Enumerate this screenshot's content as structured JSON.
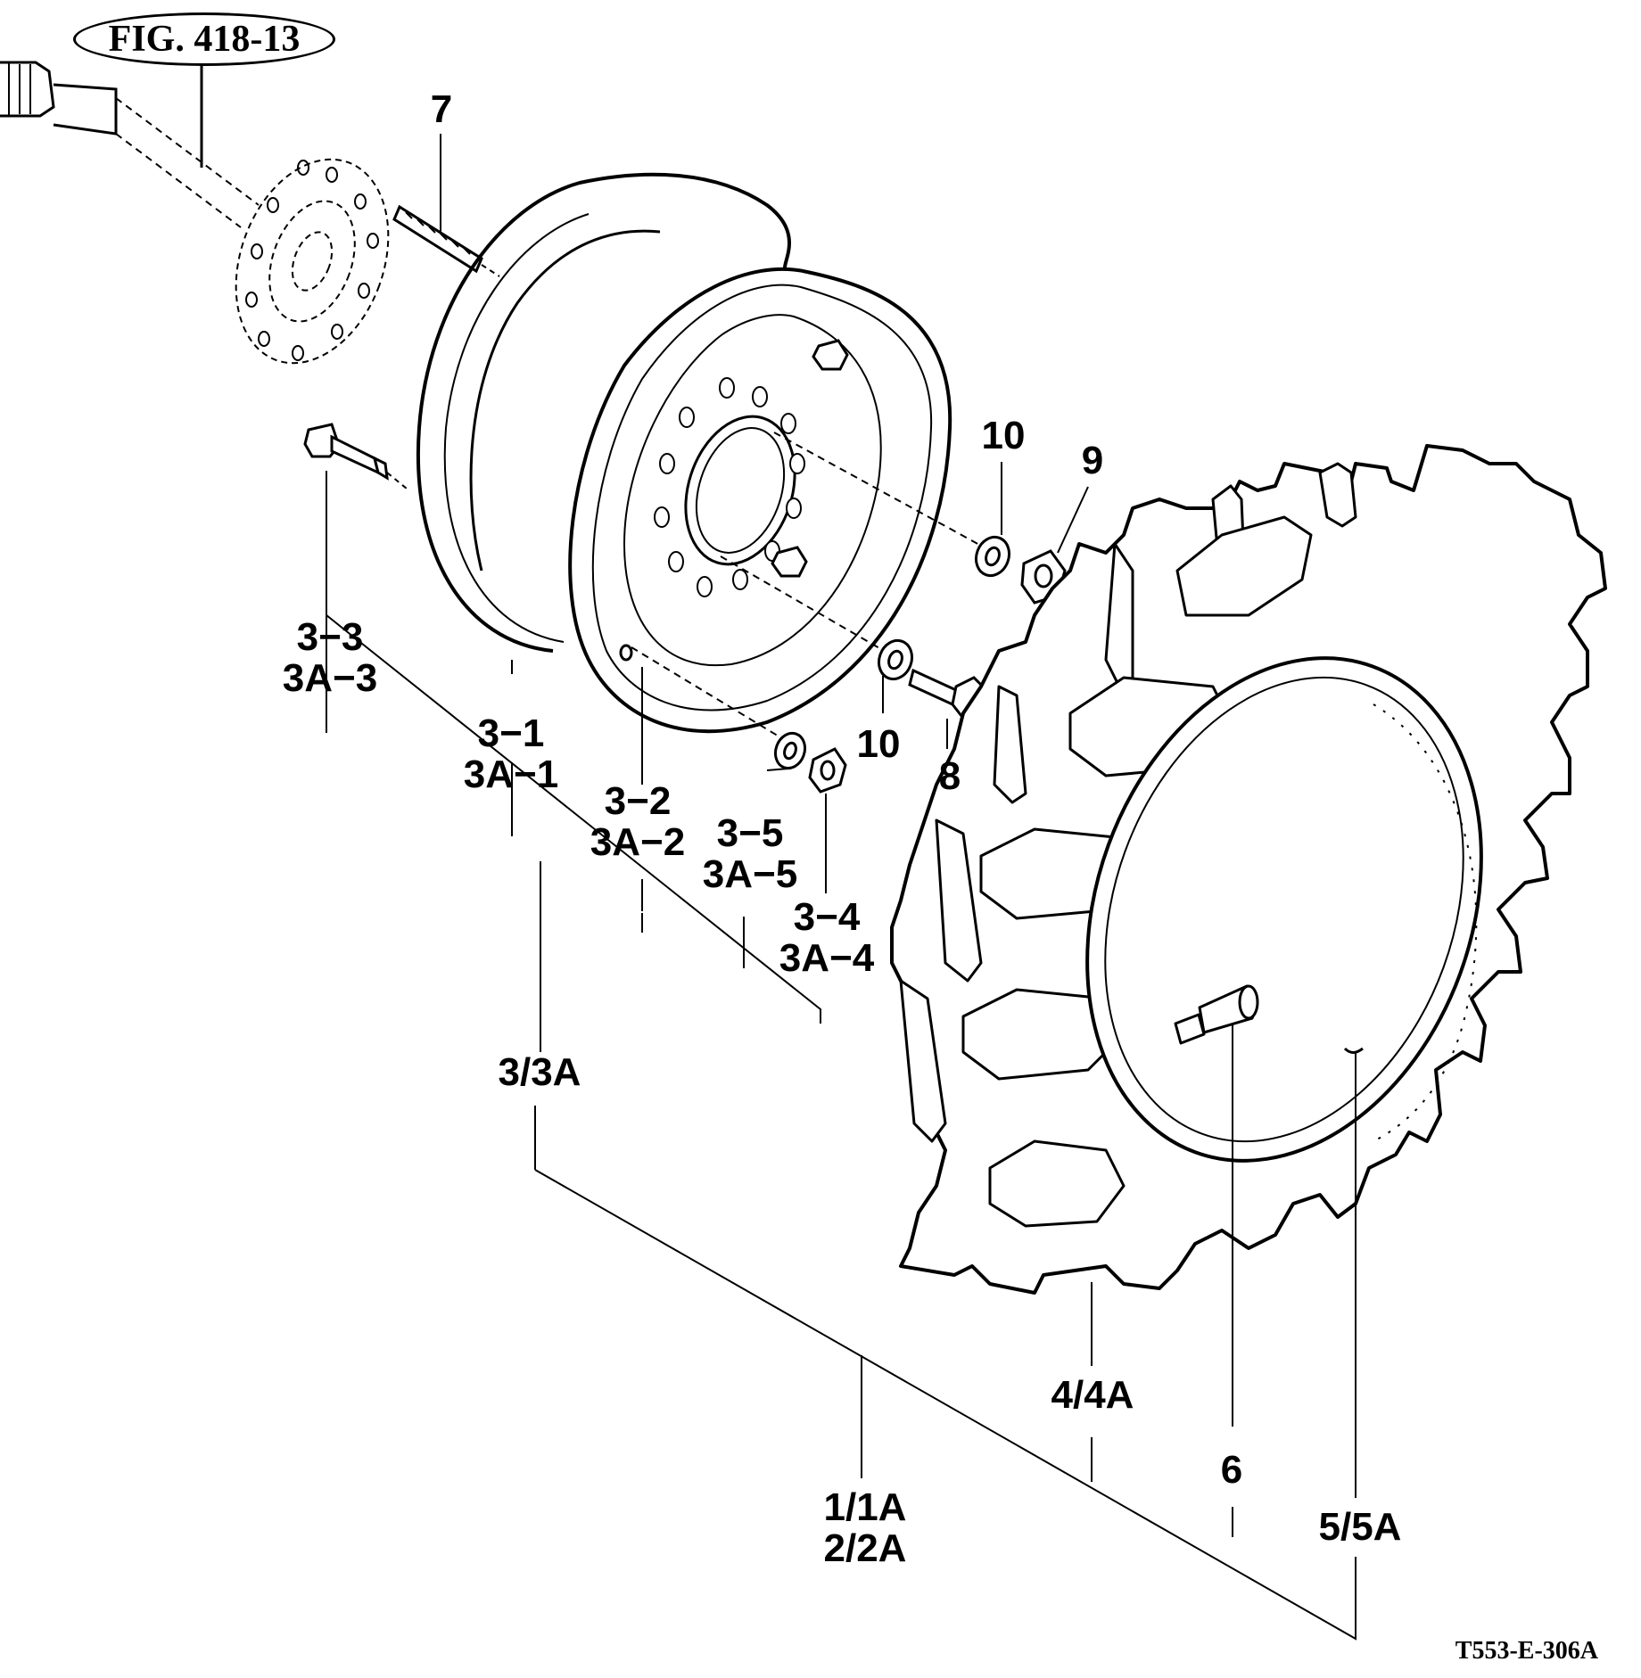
{
  "figure_ref": "FIG. 418-13",
  "drawing_code": "T553-E-306A",
  "callouts": {
    "c7": "7",
    "c10a": "10",
    "c9": "9",
    "c3_3": [
      "3−3",
      "3A−3"
    ],
    "c3_1": [
      "3−1",
      "3A−1"
    ],
    "c3_2": [
      "3−2",
      "3A−2"
    ],
    "c3_5": [
      "3−5",
      "3A−5"
    ],
    "c3_4": [
      "3−4",
      "3A−4"
    ],
    "c10b": "10",
    "c8": "8",
    "c3": "3/3A",
    "c4": "4/4A",
    "c6": "6",
    "c1": [
      "1/1A",
      "2/2A"
    ],
    "c5": "5/5A"
  }
}
